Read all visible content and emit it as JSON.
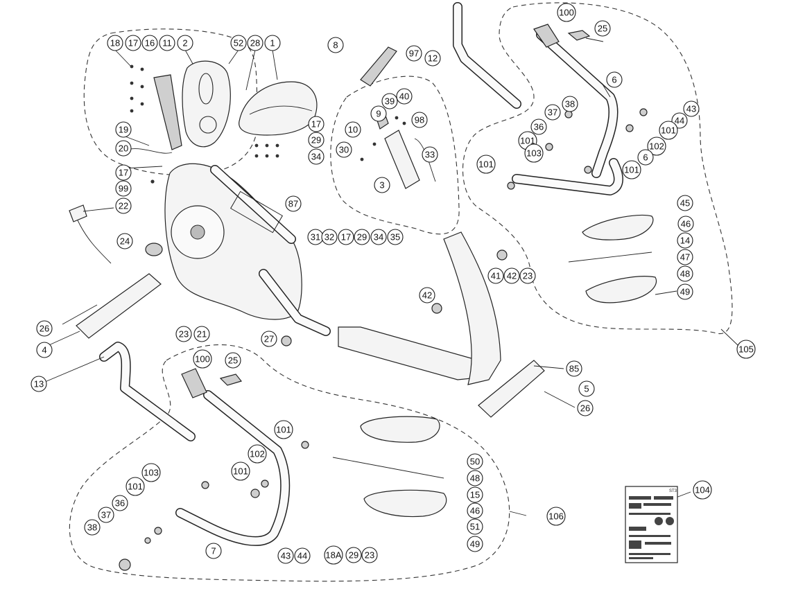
{
  "diagram": {
    "callouts": [
      {
        "label": "18"
      },
      {
        "label": "17"
      },
      {
        "label": "16"
      },
      {
        "label": "11"
      },
      {
        "label": "2"
      },
      {
        "label": "52"
      },
      {
        "label": "28"
      },
      {
        "label": "1"
      },
      {
        "label": "19"
      },
      {
        "label": "20"
      },
      {
        "label": "17"
      },
      {
        "label": "99"
      },
      {
        "label": "17"
      },
      {
        "label": "29"
      },
      {
        "label": "34"
      },
      {
        "label": "22"
      },
      {
        "label": "24"
      },
      {
        "label": "26"
      },
      {
        "label": "4"
      },
      {
        "label": "13"
      },
      {
        "label": "23"
      },
      {
        "label": "21"
      },
      {
        "label": "27"
      },
      {
        "label": "87"
      },
      {
        "label": "8"
      },
      {
        "label": "97"
      },
      {
        "label": "39"
      },
      {
        "label": "40"
      },
      {
        "label": "9"
      },
      {
        "label": "98"
      },
      {
        "label": "10"
      },
      {
        "label": "30"
      },
      {
        "label": "33"
      },
      {
        "label": "3"
      },
      {
        "label": "12"
      },
      {
        "label": "100"
      },
      {
        "label": "25"
      },
      {
        "label": "6"
      },
      {
        "label": "38"
      },
      {
        "label": "37"
      },
      {
        "label": "43"
      },
      {
        "label": "36"
      },
      {
        "label": "44"
      },
      {
        "label": "101"
      },
      {
        "label": "101"
      },
      {
        "label": "102"
      },
      {
        "label": "103"
      },
      {
        "label": "6"
      },
      {
        "label": "101"
      },
      {
        "label": "101"
      },
      {
        "label": "45"
      },
      {
        "label": "46"
      },
      {
        "label": "14"
      },
      {
        "label": "47"
      },
      {
        "label": "48"
      },
      {
        "label": "49"
      },
      {
        "label": "105"
      },
      {
        "label": "31"
      },
      {
        "label": "32"
      },
      {
        "label": "17"
      },
      {
        "label": "29"
      },
      {
        "label": "34"
      },
      {
        "label": "35"
      },
      {
        "label": "42"
      },
      {
        "label": "41"
      },
      {
        "label": "42"
      },
      {
        "label": "23"
      },
      {
        "label": "85"
      },
      {
        "label": "5"
      },
      {
        "label": "26"
      },
      {
        "label": "100"
      },
      {
        "label": "25"
      },
      {
        "label": "101"
      },
      {
        "label": "102"
      },
      {
        "label": "101"
      },
      {
        "label": "103"
      },
      {
        "label": "101"
      },
      {
        "label": "36"
      },
      {
        "label": "37"
      },
      {
        "label": "38"
      },
      {
        "label": "7"
      },
      {
        "label": "43"
      },
      {
        "label": "44"
      },
      {
        "label": "50"
      },
      {
        "label": "48"
      },
      {
        "label": "15"
      },
      {
        "label": "46"
      },
      {
        "label": "51"
      },
      {
        "label": "49"
      },
      {
        "label": "18A"
      },
      {
        "label": "29"
      },
      {
        "label": "23"
      },
      {
        "label": "106"
      },
      {
        "label": "104"
      }
    ],
    "sheet_label": "ST3"
  }
}
